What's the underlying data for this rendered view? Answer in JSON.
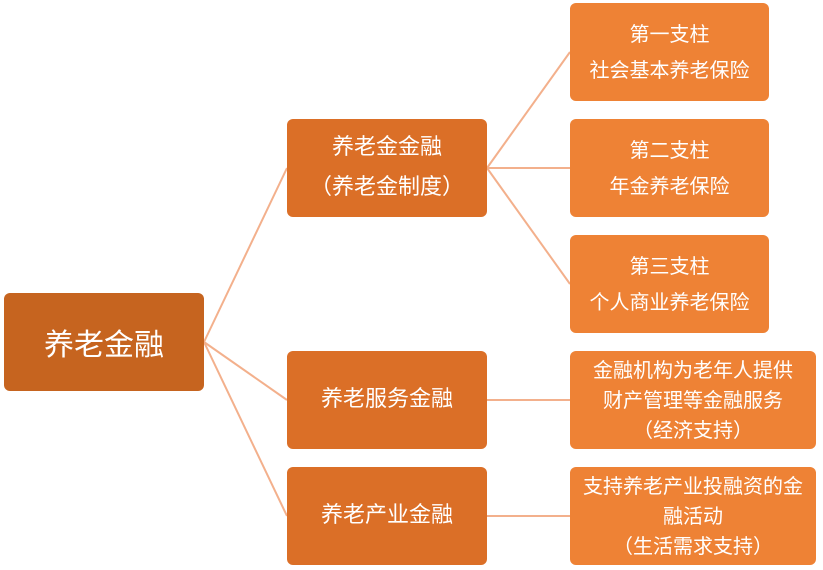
{
  "root": {
    "label": "养老金融"
  },
  "branches": [
    {
      "lines": [
        "养老金金融",
        "（养老金制度）"
      ]
    },
    {
      "lines": [
        "养老服务金融"
      ]
    },
    {
      "lines": [
        "养老产业金融"
      ]
    }
  ],
  "pillars": [
    {
      "lines": [
        "第一支柱",
        "社会基本养老保险"
      ]
    },
    {
      "lines": [
        "第二支柱",
        "年金养老保险"
      ]
    },
    {
      "lines": [
        "第三支柱",
        "个人商业养老保险"
      ]
    }
  ],
  "service_detail": {
    "lines": [
      "金融机构为老年人提供",
      "财产管理等金融服务",
      "（经济支持）"
    ]
  },
  "industry_detail": {
    "lines": [
      "支持养老产业投融资的金",
      "融活动",
      "（生活需求支持）"
    ]
  },
  "colors": {
    "root": "#c6641f",
    "branch": "#db6f27",
    "leaf": "#ee8235",
    "connector": "#f3b08c"
  }
}
